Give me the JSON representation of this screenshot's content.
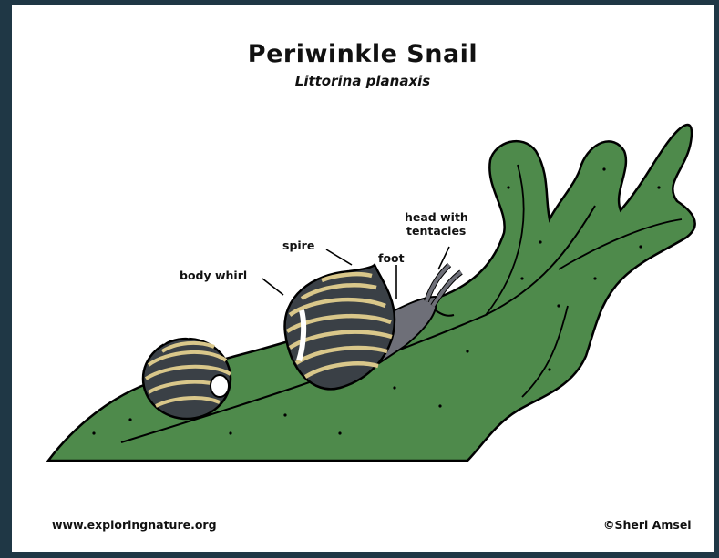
{
  "title": "Periwinkle Snail",
  "subtitle": "Littorina planaxis",
  "labels": {
    "body_whirl": "body whirl",
    "spire": "spire",
    "foot": "foot",
    "head_line1": "head with",
    "head_line2": "tentacles"
  },
  "footer": {
    "website": "www.exploringnature.org",
    "copyright": "©Sheri Amsel"
  },
  "colors": {
    "seaweed": "#4e8a4b",
    "seaweed_dark": "#3d7039",
    "shell": "#3a4046",
    "shell_stripe": "#d9c78a",
    "snail_body": "#6e6f78",
    "outline": "#000000"
  }
}
